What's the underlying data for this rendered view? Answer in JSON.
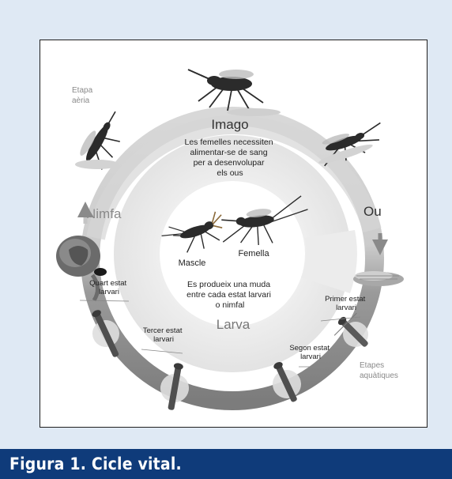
{
  "figure": {
    "caption": "Figura 1. Cicle vital."
  },
  "stages": {
    "imago": "Imago",
    "nimfa": "Nimfa",
    "ou": "Ou",
    "larva": "Larva"
  },
  "notes": {
    "imago_lines": [
      "Les femelles necessiten",
      "alimentar-se de sang",
      "per a desenvolupar",
      "els ous"
    ],
    "larva_lines": [
      "Es produeix una muda",
      "entre cada estat larvari",
      "o nimfal"
    ]
  },
  "adults": {
    "male": "Mascle",
    "female": "Femella"
  },
  "phases": {
    "aerial_lines": [
      "Etapa",
      "aèria"
    ],
    "aquatic_lines": [
      "Etapes",
      "aquàtiques"
    ]
  },
  "larval_instars": {
    "first_lines": [
      "Primer estat",
      "larvari"
    ],
    "second_lines": [
      "Segon estat",
      "larvari"
    ],
    "third_lines": [
      "Tercer estat",
      "larvari"
    ],
    "fourth_lines": [
      "Quart estat",
      "larvari"
    ]
  },
  "colors": {
    "background": "#dfe9f4",
    "caption_bar": "#0f3b7a",
    "ring_aerial": "#d3d3d3",
    "ring_aquatic": "#8a8a8a",
    "insect": "#2b2b2b"
  },
  "icons": {
    "mosquito_adult": "mosquito-icon",
    "pupa": "pupa-icon",
    "egg_raft": "egg-raft-icon",
    "larva": "larva-icon"
  }
}
